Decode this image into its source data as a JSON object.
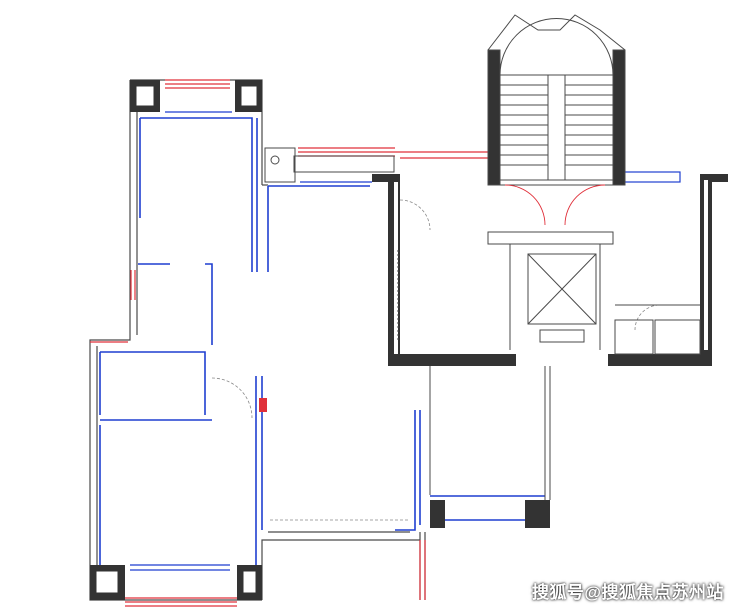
{
  "watermark": "搜狐号@搜狐焦点苏州站",
  "colors": {
    "wall": "#4a4a4a",
    "wall_dark": "#333333",
    "window": "#e0303a",
    "window_frame": "#1f3fd0",
    "door": "#e0303a",
    "dashed": "#888888",
    "background": "#ffffff"
  },
  "icons": {
    "elevator": "elevator-shaft-x",
    "stair": "staircase",
    "door_swing": "door-arc"
  }
}
